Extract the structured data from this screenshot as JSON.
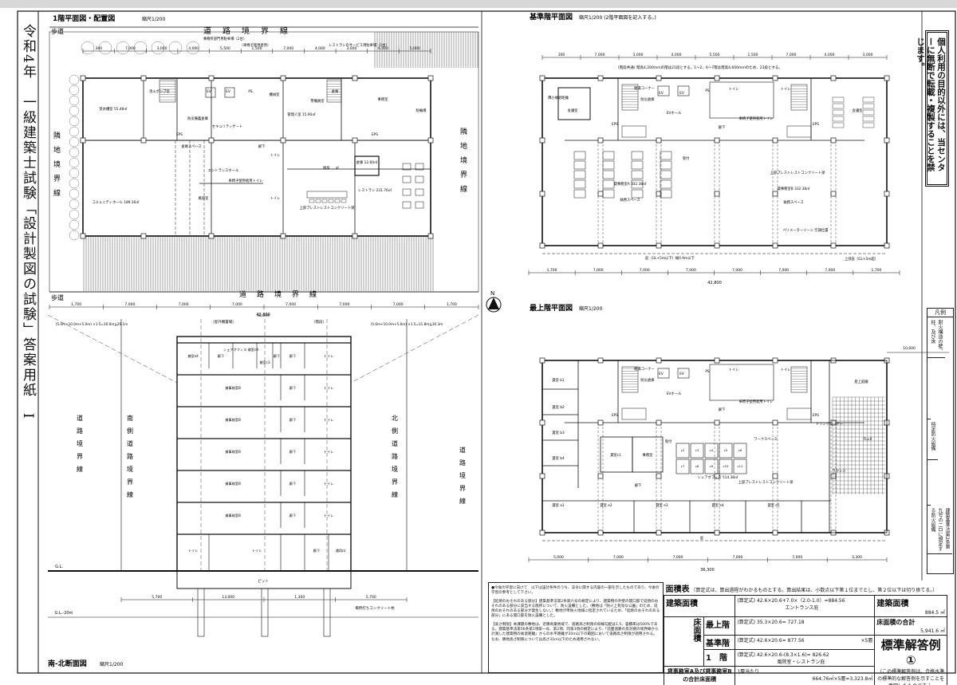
{
  "sheet": {
    "vertical_title": "令和4年　一級建築士試験「設計製図の試験」答案用紙　I",
    "notice": "個人利用の目的以外には、当センターに無断で転載・複製することを禁じます。",
    "north_label": "N"
  },
  "plan_1f": {
    "title": "1階平面図・配置図",
    "scale": "縮尺1/200",
    "sidewalk": "歩道",
    "road_boundary": "道　路　境　界　線",
    "adjacent_boundary": "隣　地　境　界　線",
    "rooms": [
      "受水槽室 55.48㎡",
      "消火ポンプ室",
      "防災備蓄倉庫",
      "EV",
      "EV",
      "PS",
      "管理人室 15.90㎡",
      "機械室",
      "警備員室",
      "倉庫",
      "事務室",
      "EPS",
      "EPS",
      "セキュリティゲート",
      "廊下",
      "エントランスホール",
      "車椅子使用者用トイレ",
      "トイレ",
      "トイレ",
      "倉庫スペース",
      "コミュニティホール 189.16㎡",
      "風除室",
      "厨房 ... ㎡",
      "倉庫 12.60㎡",
      "レストラン 231.76㎡",
      "上部プレストレストコンクリート梁",
      "駐輪場",
      "事務所部門用駐車場（2台）",
      "（車椅子使用者用）",
      "レストランのサービス用駐車場（1台）"
    ],
    "dims_top": [
      "300",
      "7,000",
      "3,000",
      "4,000",
      "5,500",
      "1,500",
      "7,000",
      "4,000",
      "3,000",
      "6,000",
      "5,000"
    ],
    "dims_bottom": [
      "1,700",
      "7,000",
      "7,000",
      "7,000",
      "7,000",
      "7,000",
      "7,000",
      "1,700"
    ],
    "total": "42,800"
  },
  "plan_typ": {
    "title": "基準階平面図",
    "scale": "縮尺1/200 (2階平面図を記入する。)",
    "note": "(階段共通) 階高4,200mmの階は21段とする。1〜2、6〜7階は階高4,600mmのため、23段とする。",
    "rooms": [
      "会議室",
      "給湯コーナー",
      "防災倉庫",
      "EV",
      "EV",
      "EVホール",
      "PS",
      "トイレ",
      "トイレ",
      "車椅子使用者用トイレ",
      "会議室",
      "EPS",
      "EPS",
      "廊下",
      "受付",
      "貸事務室A 332.38㎡",
      "執務スペース",
      "貸事務室B 332.38㎡",
      "執務スペース",
      "上部プレストレストコンクリート梁",
      "ペリメーターゾーン 空調位置",
      "庇（GL+5m以下）幅0.9m以下",
      "上部庇（GL+5m超）",
      "隣小後退距離"
    ],
    "dims_top": [
      "300",
      "7,000",
      "3,000",
      "4,000",
      "5,500",
      "1,500",
      "7,000",
      "4,000",
      "3,000"
    ],
    "dims_bottom": [
      "1,700",
      "7,000",
      "7,000",
      "7,000",
      "7,000",
      "7,000",
      "7,000",
      "1,700"
    ],
    "total": "42,800"
  },
  "section": {
    "title": "南-北断面図",
    "scale": "縮尺1/200",
    "gl": "G.L.",
    "gl_minus": "G.L.-20m",
    "pile_note": "場所打ちコンクリート杭",
    "left_boundary": "道　路　境　界　線",
    "south_road": "南　側　道　路　境　界　線",
    "north_road": "北　側　道　路　境　界　線",
    "right_boundary": "道　路　境　界　線",
    "outdoor": "（屋外機置場）",
    "stair": "（階段）",
    "slope_left": "(5.0m+10.0m+5.0m) ×1.5=30.0m≧29.1m",
    "slope_right": "(5.6m+10.0m+5.6m) ×1.5=31.8m≧30.3m",
    "floors": [
      [
        "貸室e4",
        "廊下",
        "シェアオフィス 貸室c8",
        "貸室c3",
        "廊下",
        "廊下",
        "トイレ"
      ],
      [
        "貸事務室B",
        "廊下",
        "トイレ"
      ],
      [
        "貸事務室B",
        "廊下",
        "トイレ"
      ],
      [
        "貸事務室B",
        "廊下",
        "トイレ"
      ],
      [
        "貸事務室B",
        "廊下",
        "トイレ"
      ],
      [
        "貸事務室B",
        "廊下",
        "トイレ"
      ],
      [
        "トイレ",
        "トイレ",
        "廊下",
        "通用口"
      ]
    ],
    "pit": "ピット",
    "dims_bottom": [
      "5,700",
      "13,000",
      "1,300",
      "5,700"
    ],
    "total": "42,600"
  },
  "plan_top": {
    "title": "最上階平面図",
    "scale": "縮尺1/200",
    "rooms": [
      "貸室 b1",
      "貸室 b2",
      "貸室 b3",
      "貸室 b4",
      "給湯コーナー",
      "防災倉庫",
      "EV",
      "EV",
      "EVホール",
      "PS",
      "トイレ",
      "トイレ",
      "車椅子使用者用トイレ",
      "EPS",
      "EPS",
      "廊下",
      "ドリンクコーナー",
      "ワークスペース",
      "ラウンジ",
      "貸室c1",
      "事務室",
      "受付",
      "廊下",
      "シェアオフィス 514.38㎡",
      "上部プレストレストコンクリート梁",
      "屋上庭園",
      "貸室 a1",
      "貸室 e2",
      "貸室 e3",
      "貸室 e4",
      "貸室 e5",
      "庇"
    ],
    "booths": [
      "c2",
      "c3",
      "c4",
      "c5",
      "c6",
      "c7",
      "c8",
      "c9",
      "c10",
      "c11"
    ],
    "fl": "FL±0",
    "dims_bottom": [
      "5,000",
      "7,000",
      "7,000",
      "7,000",
      "7,000",
      "3,300"
    ],
    "total": "36,300",
    "terrace_dim": "10,600"
  },
  "notes": {
    "p1": "●今後の学習に向けて　以下は設計条件のうち、法令に関する内容の一部を示したものであり、今後の学習の参考として下さい。",
    "p2": "【延焼のおそれのある部分】建築基準法第2条第六号の規定により、建築物の外壁の開口部で延焼のおそれのある部分に該当する箇所について、防火設備とした。（敷地は「防火上有効な公園」のため、延焼のおそれのある部分が発生しない。）敷地が準防火地域に指定されているため、「延焼のおそれのある部分」にある開口部を防火設備とした。",
    "p3": "【高さ制限】本課題の敷地は、近隣商業地域で、道路高さ制限の斜線勾配は1.5、容積率は500%である。建築基準法第56条第1項第一号、第2項、同第3項の規定により、「前面道路の反対側の境界線から計測した建築物の後退距離」からの水平距離が20m以下の範囲において道路高さ制限が適用される。なお、隣地高さ制限については高さ31m以下のため適用されない。"
  },
  "area_table": {
    "title": "面積表",
    "instruction": "（算定式は、算出過程がわかるものとする。算出結果は、小数点以下第１位までとし、第２位以下は切り捨てる。）",
    "formula_label": "(算定式)",
    "building_area_label": "建築面積",
    "building_area_formula": "42.6×20.6+7.0×（2.0-1.0）=884.56",
    "building_area_sub": "エントランス庇",
    "building_area_value": "884.5",
    "floor_area_label": "床面積",
    "top_floor_label": "最上階",
    "top_floor_formula": "35.3×20.6= 727.18",
    "typ_floor_label": "基準階",
    "typ_floor_formula": "42.6×20.6= 877.56",
    "typ_floor_mult": "×5層",
    "first_floor_label": "1　階",
    "first_floor_formula": "42.6×20.6-(8.3×1.6)= 826.62",
    "first_floor_sub": "風除室・レストラン庇",
    "total_label": "床面積の合計",
    "total_value": "5,941.6",
    "unit": "㎡",
    "rental_label": "貸事務室A及び貸事務室Bの合計床面積",
    "rental_sub": "1層当たり",
    "rental_formula": "664.76㎡×5層=3,323.8㎡",
    "answer_title": "標準解答例①",
    "answer_note": "（この標準解答例は、合格水準の標準的な解答例を示すことを意図したものです。）"
  },
  "legend": {
    "title": "凡例",
    "items": [
      "耐火構造の壁、柱、及び床",
      "",
      "特定防火設備",
      "",
      "建築基準法第2条第九号の二ロに規定する防火設備",
      ""
    ]
  }
}
